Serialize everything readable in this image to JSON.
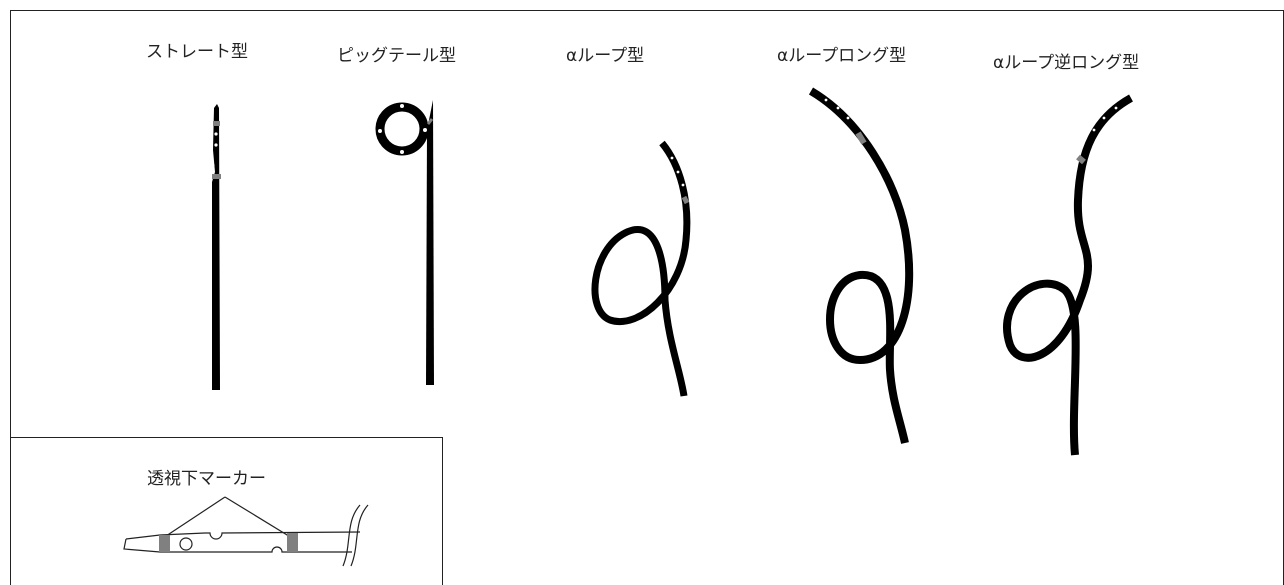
{
  "catheter_types": [
    {
      "label": "ストレート型"
    },
    {
      "label": "ピッグテール型"
    },
    {
      "label": "αループ型"
    },
    {
      "label": "αループロング型"
    },
    {
      "label": "αループ逆ロング型"
    }
  ],
  "inset": {
    "label": "透視下マーカー"
  },
  "colors": {
    "tube": "#000000",
    "marker": "#808080",
    "outline": "#222222"
  }
}
